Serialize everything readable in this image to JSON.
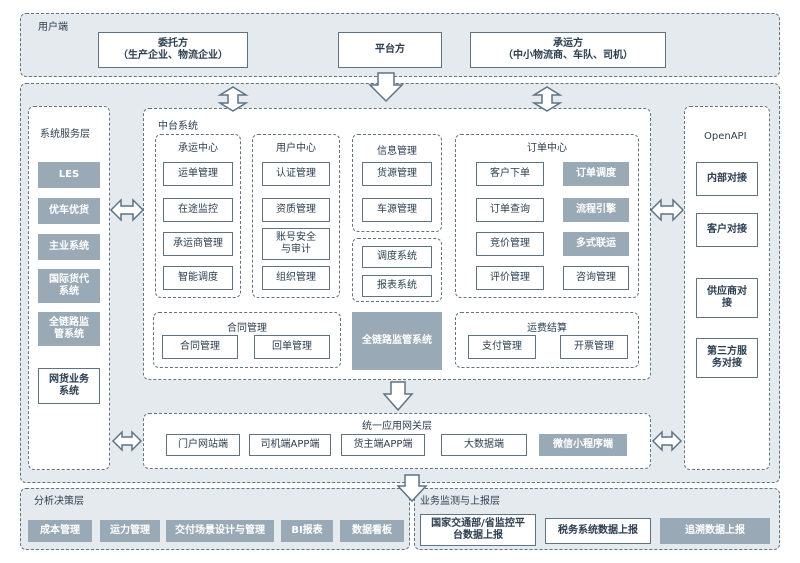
{
  "user_end": {
    "title": "用户端",
    "client": "委托方\n（生产企业、物流企业）",
    "platform": "平台方",
    "carrier": "承运方\n（中小物流商、车队、司机）"
  },
  "system_service": {
    "title": "系统服务层",
    "items": [
      "LES",
      "优车优货",
      "主业系统",
      "国际货代\n系统",
      "全链路监\n管系统"
    ],
    "extra": "网货业务\n系统"
  },
  "middle": {
    "title": "中台系统",
    "carrier_center": {
      "title": "承运中心",
      "items": [
        "运单管理",
        "在途监控",
        "承运商管理",
        "智能调度"
      ]
    },
    "user_center": {
      "title": "用户中心",
      "items": [
        "认证管理",
        "资质管理",
        "账号安全\n与审计",
        "组织管理"
      ]
    },
    "info_mgmt": {
      "title": "信息管理",
      "items": [
        "货源管理",
        "车源管理"
      ]
    },
    "dispatch": [
      "调度系统",
      "报表系统"
    ],
    "order_center": {
      "title": "订单中心",
      "left": [
        "客户下单",
        "订单查询",
        "竞价管理",
        "评价管理"
      ],
      "right": [
        "订单调度",
        "流程引擎",
        "多式联运",
        "咨询管理"
      ]
    },
    "contract": {
      "title": "合同管理",
      "items": [
        "合同管理",
        "回单管理"
      ]
    },
    "full_chain": "全链路监管系统",
    "freight": {
      "title": "运费结算",
      "items": [
        "支付管理",
        "开票管理"
      ]
    }
  },
  "gateway": {
    "title": "统一应用网关层",
    "items": [
      "门户网站端",
      "司机端APP端",
      "货主端APP端",
      "大数据端"
    ],
    "highlight": "微信小程序端"
  },
  "openapi": {
    "title": "OpenAPI",
    "items": [
      "内部对接",
      "客户对接",
      "供应商对\n接",
      "第三方服\n务对接"
    ]
  },
  "analysis": {
    "title": "分析决策层",
    "items": [
      "成本管理",
      "运力管理",
      "交付场景设计与管理",
      "BI报表",
      "数据看板"
    ]
  },
  "monitor": {
    "title": "业务监测与上报层",
    "items": [
      "国家交通部/省监控平\n台数据上报",
      "税务系统数据上报"
    ],
    "highlight": "追溯数据上报"
  },
  "colors": {
    "line": "#5e7384",
    "panel": "#e5eaee",
    "gray_box": "#9aa9b6"
  }
}
